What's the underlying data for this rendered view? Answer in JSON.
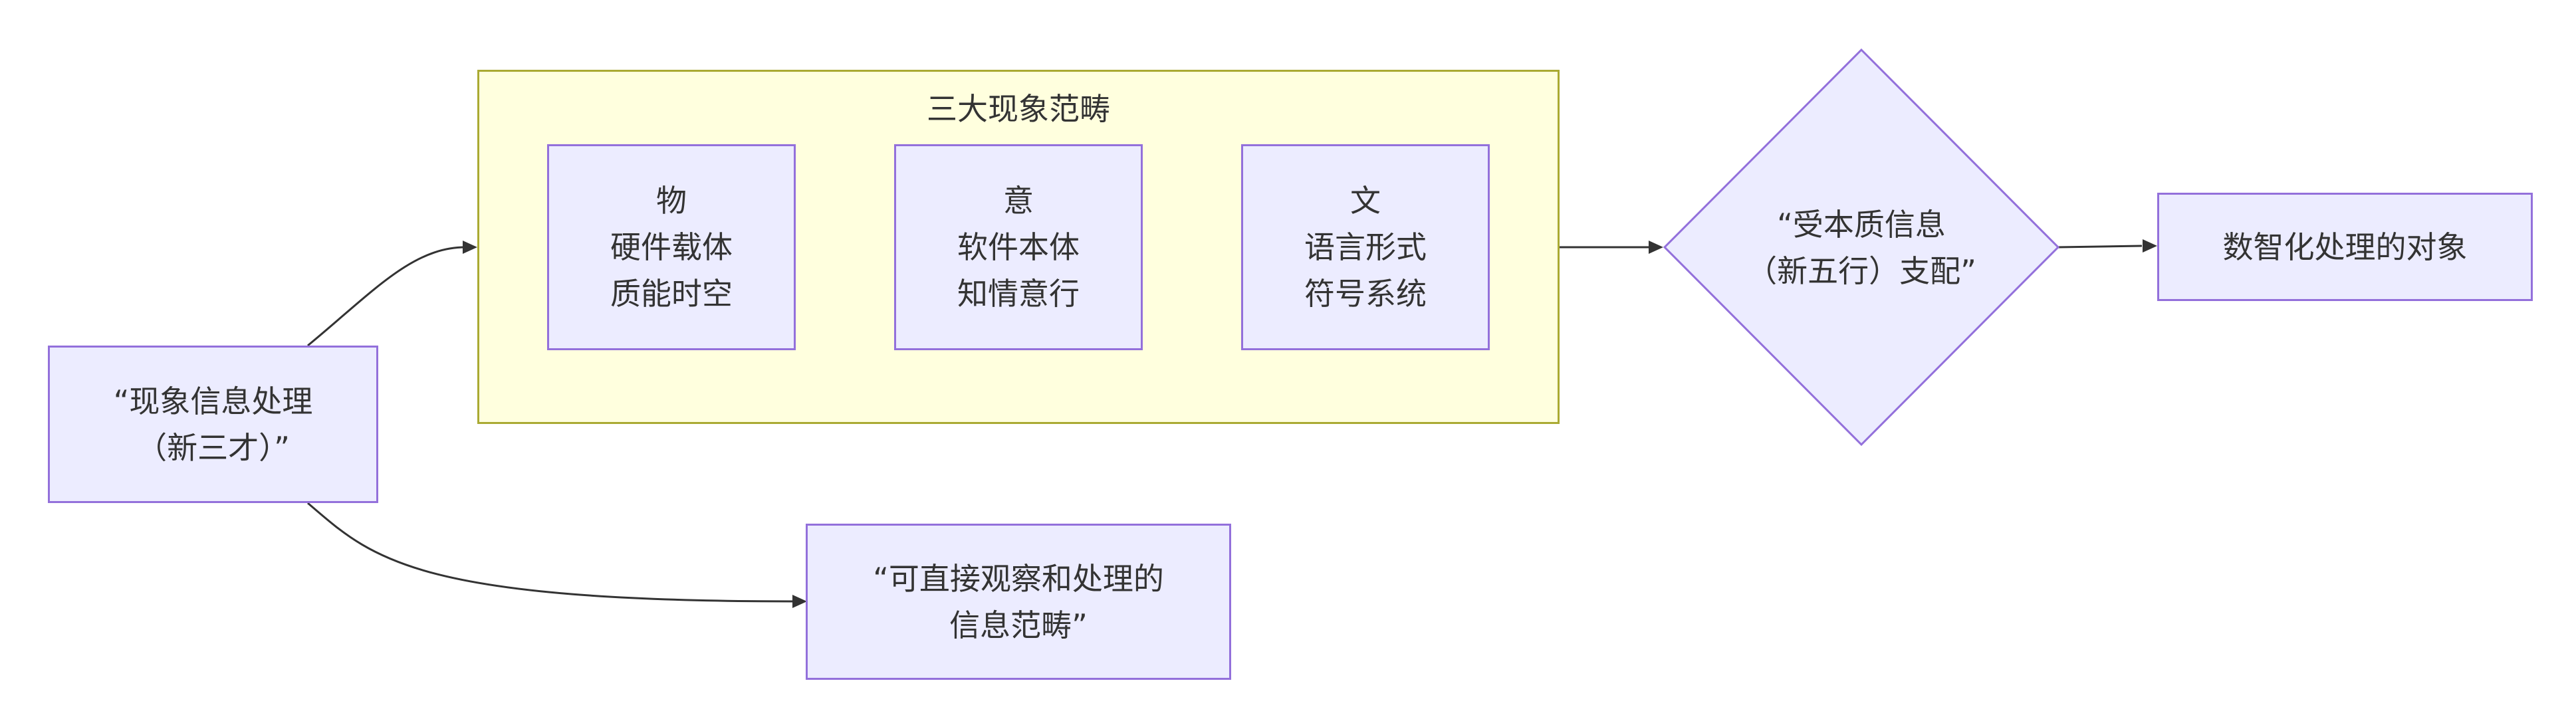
{
  "colors": {
    "node_fill": "#ECECFF",
    "node_stroke": "#9370DB",
    "cluster_fill": "#FFFFDE",
    "cluster_stroke": "#AAAA33",
    "edge": "#333333",
    "text": "#333333"
  },
  "diagram": {
    "type": "flowchart",
    "direction": "left-to-right",
    "nodes": {
      "root": {
        "lines": [
          "“现象信息处理",
          "（新三才）”"
        ]
      },
      "observable": {
        "lines": [
          "“可直接观察和处理的",
          "信息范畴”"
        ]
      },
      "cluster": {
        "title": "三大现象范畴"
      },
      "wu": {
        "lines": [
          "物",
          "硬件载体",
          "质能时空"
        ]
      },
      "yi": {
        "lines": [
          "意",
          "软件本体",
          "知情意行"
        ]
      },
      "wen": {
        "lines": [
          "文",
          "语言形式",
          "符号系统"
        ]
      },
      "decision": {
        "lines": [
          "“受本质信息",
          "（新五行）支配”"
        ]
      },
      "target": {
        "lines": [
          "数智化处理的对象"
        ]
      }
    },
    "edges": [
      {
        "from": "root",
        "to": "cluster"
      },
      {
        "from": "root",
        "to": "observable"
      },
      {
        "from": "cluster",
        "to": "decision"
      },
      {
        "from": "decision",
        "to": "target"
      }
    ]
  }
}
